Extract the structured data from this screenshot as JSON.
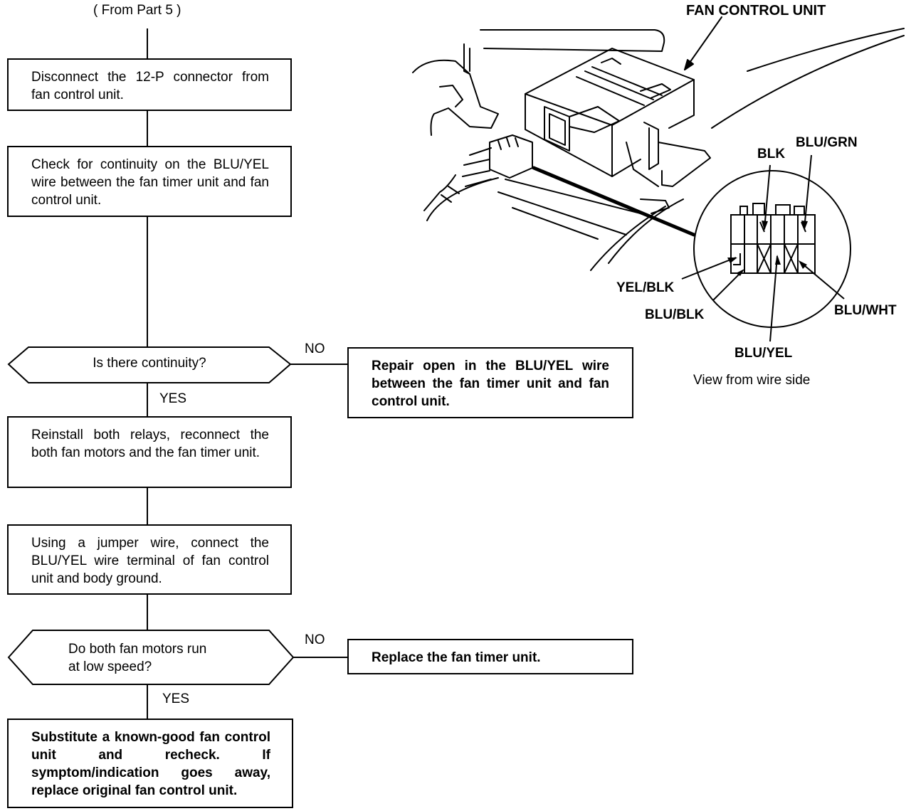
{
  "flowchart": {
    "from_label": "( From Part 5 )",
    "step1": "Disconnect the 12-P connector from fan control unit.",
    "step2": "Check for continuity on the BLU/YEL wire between the fan timer unit and fan control unit.",
    "decision1": "Is there continuity?",
    "decision1_no": "NO",
    "decision1_yes": "YES",
    "repair1": "Repair open in the BLU/YEL wire between the fan timer unit and fan control unit.",
    "step3": "Reinstall both relays, reconnect the both fan motors and the fan timer unit.",
    "step4": "Using a jumper wire, connect the BLU/YEL wire terminal of fan control unit and body ground.",
    "decision2_line1": "Do both fan motors run",
    "decision2_line2": "at low speed?",
    "decision2_no": "NO",
    "decision2_yes": "YES",
    "repair2": "Replace the fan timer unit.",
    "final": "Substitute a known-good fan control unit and recheck. If symptom/indication goes away, replace original fan control unit."
  },
  "illustration": {
    "title": "FAN CONTROL UNIT",
    "pins": {
      "blk": "BLK",
      "blu_grn": "BLU/GRN",
      "yel_blk": "YEL/BLK",
      "blu_blk": "BLU/BLK",
      "blu_wht": "BLU/WHT",
      "blu_yel": "BLU/YEL"
    },
    "caption": "View from wire side"
  }
}
